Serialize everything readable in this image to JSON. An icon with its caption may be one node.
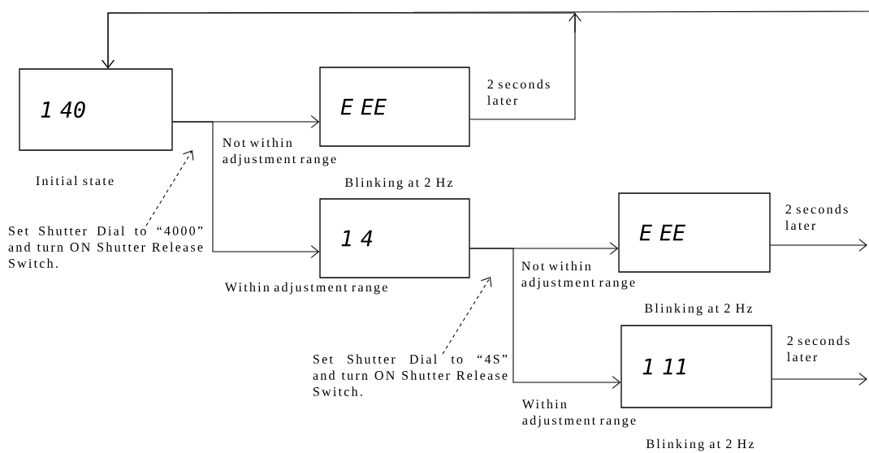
{
  "diagram": {
    "nodes": [
      {
        "text": [
          "1 40"
        ],
        "beside": [
          "Initial state"
        ]
      },
      {
        "text": [
          "E EE"
        ]
      },
      {
        "text": [
          "1 4"
        ]
      },
      {
        "text": [
          "E EE"
        ]
      },
      {
        "text": [
          "1 11"
        ]
      },
      {
        "text": [
          "Set Shutter Dial to “4000” and turn ON Shutter Release Switch."
        ]
      },
      {
        "text": [
          "Set Shutter Dial to “4S” and turn ON Shutter Release Switch."
        ]
      }
    ],
    "edges": [
      {
        "from": 0,
        "to": 1,
        "arrow": "to",
        "label": "Not within adjustment range"
      },
      {
        "from": 0,
        "to": 2,
        "arrow": "to",
        "label": "Within adjustment range"
      },
      {
        "from": 2,
        "to": 3,
        "arrow": "to",
        "label": "Not within adjustment range"
      },
      {
        "from": 2,
        "to": 4,
        "arrow": "to",
        "label": "Within adjustment range"
      },
      {
        "from": 1,
        "to": 0,
        "arrow": "to",
        "label": "2 seconds later"
      },
      {
        "from": 3,
        "to": null,
        "arrow": "to",
        "label": "2 seconds later"
      },
      {
        "from": 4,
        "to": null,
        "arrow": "to",
        "label": "2 seconds later"
      },
      {
        "from": null,
        "to": 0,
        "arrow": "to"
      },
      {
        "from": 5,
        "to": null,
        "arrow": "to",
        "style": "dashed"
      },
      {
        "from": 6,
        "to": null,
        "arrow": "to",
        "style": "dashed"
      }
    ],
    "labels": [
      "Blinking at 2 Hz",
      "Blinking at 2 Hz",
      "Blinking at 2 Hz"
    ]
  }
}
